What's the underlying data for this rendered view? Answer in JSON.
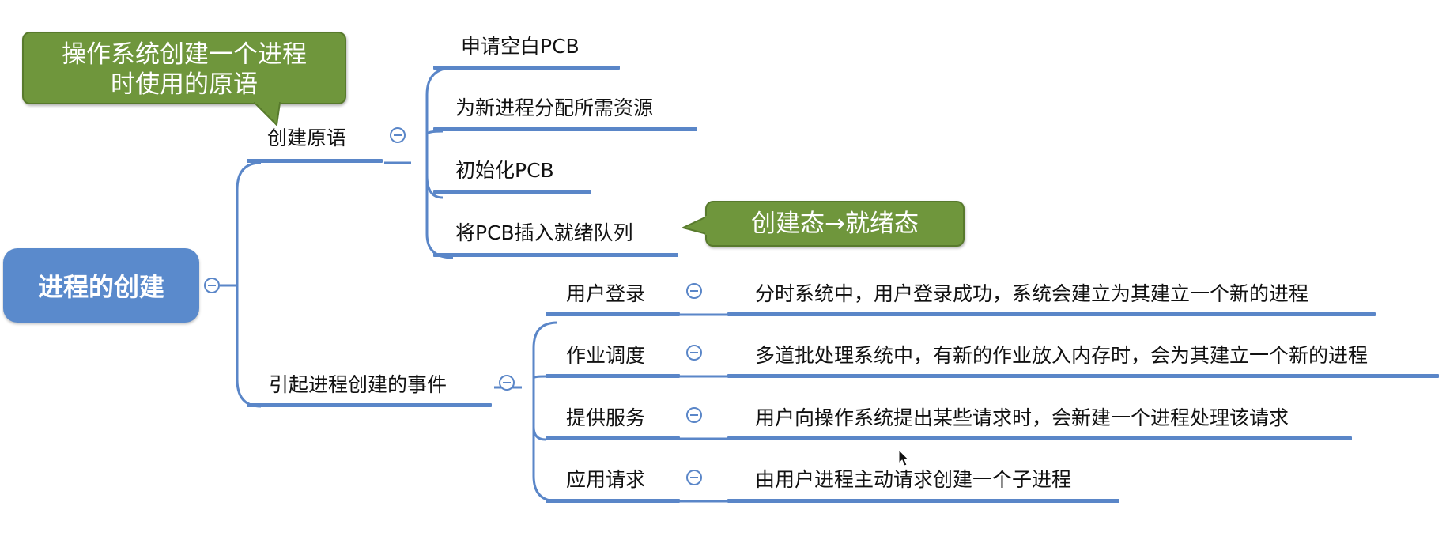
{
  "root": {
    "label": "进程的创建"
  },
  "branches": {
    "create_primitive": {
      "label": "创建原语",
      "children": [
        "申请空白PCB",
        "为新进程分配所需资源",
        "初始化PCB",
        "将PCB插入就绪队列"
      ]
    },
    "events": {
      "label": "引起进程创建的事件",
      "children": [
        {
          "label": "用户登录",
          "detail": "分时系统中，用户登录成功，系统会建立为其建立一个新的进程"
        },
        {
          "label": "作业调度",
          "detail": "多道批处理系统中，有新的作业放入内存时，会为其建立一个新的进程"
        },
        {
          "label": "提供服务",
          "detail": "用户向操作系统提出某些请求时，会新建一个进程处理该请求"
        },
        {
          "label": "应用请求",
          "detail": "由用户进程主动请求创建一个子进程"
        }
      ]
    }
  },
  "callouts": {
    "primitive_note": {
      "line1": "操作系统创建一个进程",
      "line2": "时使用的原语"
    },
    "state_note": "创建态→就绪态"
  },
  "colors": {
    "root_fill": "#5a8acc",
    "branch_line": "#5a86c8",
    "callout_fill": "#6f963c"
  }
}
